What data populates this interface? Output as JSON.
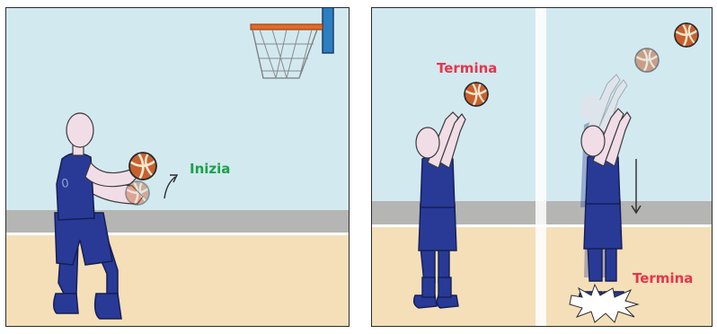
{
  "left_panel": {
    "start_label": "Inizia",
    "jersey_number": "0",
    "colors": {
      "label": "#1aa24a",
      "jersey": "#283a96",
      "skin": "#f1dde6",
      "ball": "#c8602e"
    }
  },
  "right_panel": {
    "end_label_top": "Termina",
    "end_label_bottom": "Termina",
    "colors": {
      "label": "#e8344a",
      "jersey": "#283a96"
    }
  },
  "colors": {
    "sky": "#d3e9f0",
    "wall_band": "#b5b5b3",
    "floor": "#f5dfb8",
    "rim": "#e06a2a",
    "backboard_post": "#2b7fc1"
  },
  "icons": [
    "basketball-icon",
    "up-arrow-icon",
    "down-arrow-icon",
    "landing-burst-icon",
    "basketball-hoop-icon"
  ]
}
